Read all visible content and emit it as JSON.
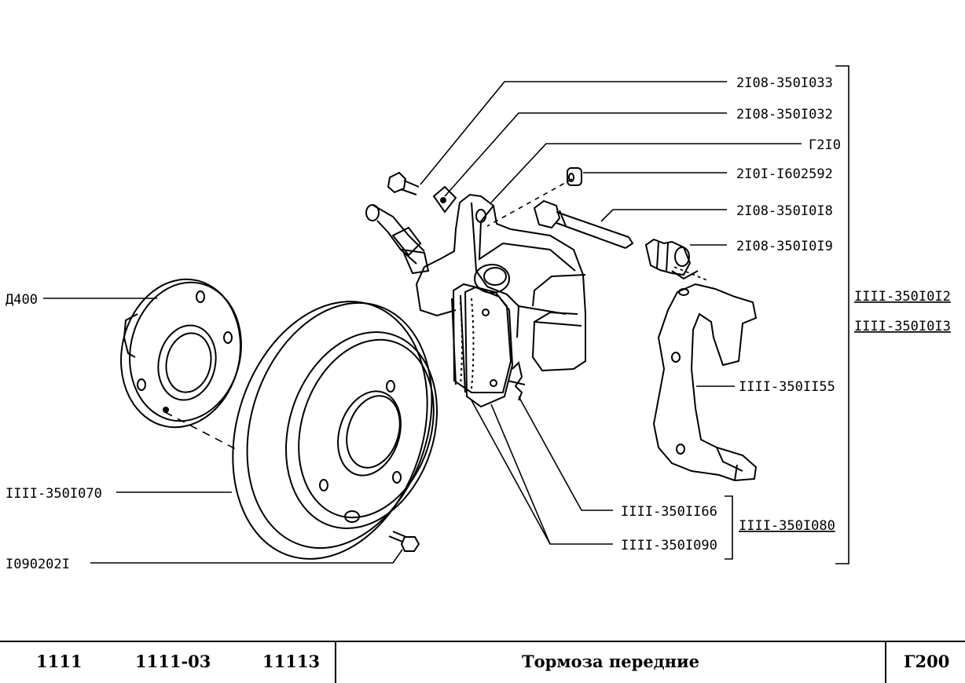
{
  "parts": {
    "bolt_top": "2I08-350I033",
    "lock_plate": "2I08-350I032",
    "caliper_hw": "Г2I0",
    "cap": "2I0I-I602592",
    "guide_pin": "2I08-350I0I8",
    "boot": "2I08-350I0I9",
    "caliper_asm_1": "IIII-350I0I2",
    "caliper_asm_2": "IIII-350I0I3",
    "bracket": "IIII-350II55",
    "hub": "Д400",
    "disc": "IIII-350I070",
    "disc_bolt": "I090202I",
    "spring": "IIII-350II66",
    "pads": "IIII-350I090",
    "pad_kit": "IIII-350I080"
  },
  "footer": {
    "model1": "1111",
    "model2": "1111-03",
    "model3": "11113",
    "title": "Тормоза передние",
    "code": "Г200"
  }
}
